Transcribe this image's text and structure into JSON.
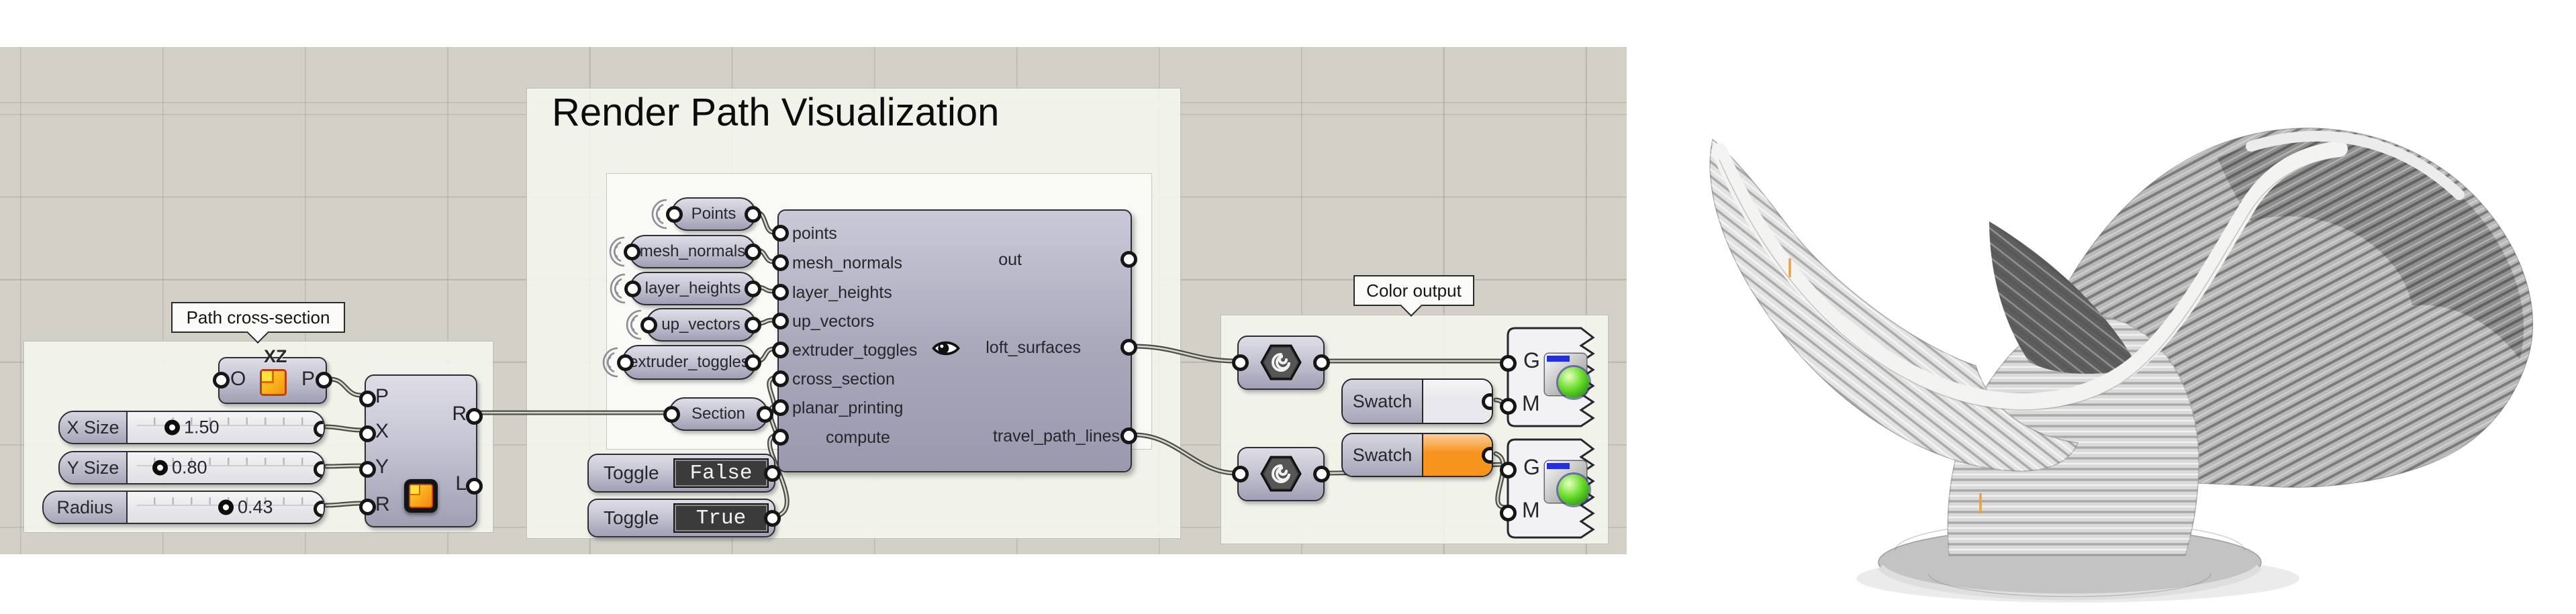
{
  "canvas": {
    "left_group": {
      "tooltip": "Path cross-section",
      "plane_component": {
        "label": "XZ",
        "input": "O",
        "output": "P"
      },
      "sliders": [
        {
          "label": "X Size",
          "value": "1.50"
        },
        {
          "label": "Y Size",
          "value": "0.80"
        },
        {
          "label": "Radius",
          "value": "0.43"
        }
      ],
      "rectangle_component": {
        "inputs": [
          "P",
          "X",
          "Y",
          "R"
        ],
        "outputs": [
          "R",
          "L"
        ]
      }
    },
    "render_group": {
      "title": "Render Path Visualization",
      "wireless_pills": [
        "Points",
        "mesh_normals",
        "layer_heights",
        "up_vectors",
        "extruder_toggles"
      ],
      "section_pill": "Section",
      "toggles": [
        {
          "label": "Toggle",
          "value": "False"
        },
        {
          "label": "Toggle",
          "value": "True"
        }
      ],
      "script_component": {
        "inputs": [
          "points",
          "mesh_normals",
          "layer_heights",
          "up_vectors",
          "extruder_toggles",
          "cross_section",
          "planar_printing",
          "compute"
        ],
        "outputs": [
          "out",
          "loft_surfaces",
          "travel_path_lines"
        ]
      }
    },
    "color_group": {
      "tooltip": "Color output",
      "swatches": [
        {
          "label": "Swatch",
          "color": "#e9e9ed"
        },
        {
          "label": "Swatch",
          "color": "#f7941e"
        }
      ],
      "preview_components": [
        {
          "inputs": [
            "G",
            "M"
          ]
        },
        {
          "inputs": [
            "G",
            "M"
          ]
        }
      ]
    },
    "colors": {
      "canvas_bg": "#d3d0c8",
      "group_fill": "#f2f3ec",
      "component_fill": "#b3b2c2",
      "wire": "#4d4d48",
      "swatch_orange": "#f7941e",
      "swatch_light": "#e9e9ed"
    }
  },
  "viewport": {
    "content": "Gray layered 3D-print toolpath render of a twisting saddle-shaped vase on a round base"
  }
}
